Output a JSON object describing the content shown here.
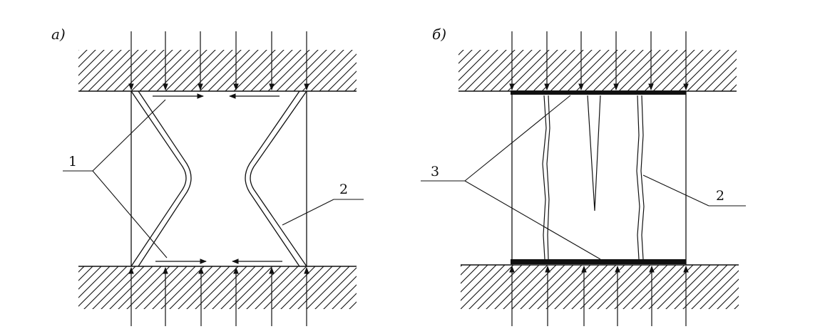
{
  "panels": {
    "left": {
      "label": "а)"
    },
    "right": {
      "label": "б)"
    }
  },
  "callouts": {
    "left_1": "1",
    "left_2": "2",
    "right_3": "3",
    "right_2": "2"
  },
  "colors": {
    "ink": "#111111",
    "background": "#ffffff"
  }
}
